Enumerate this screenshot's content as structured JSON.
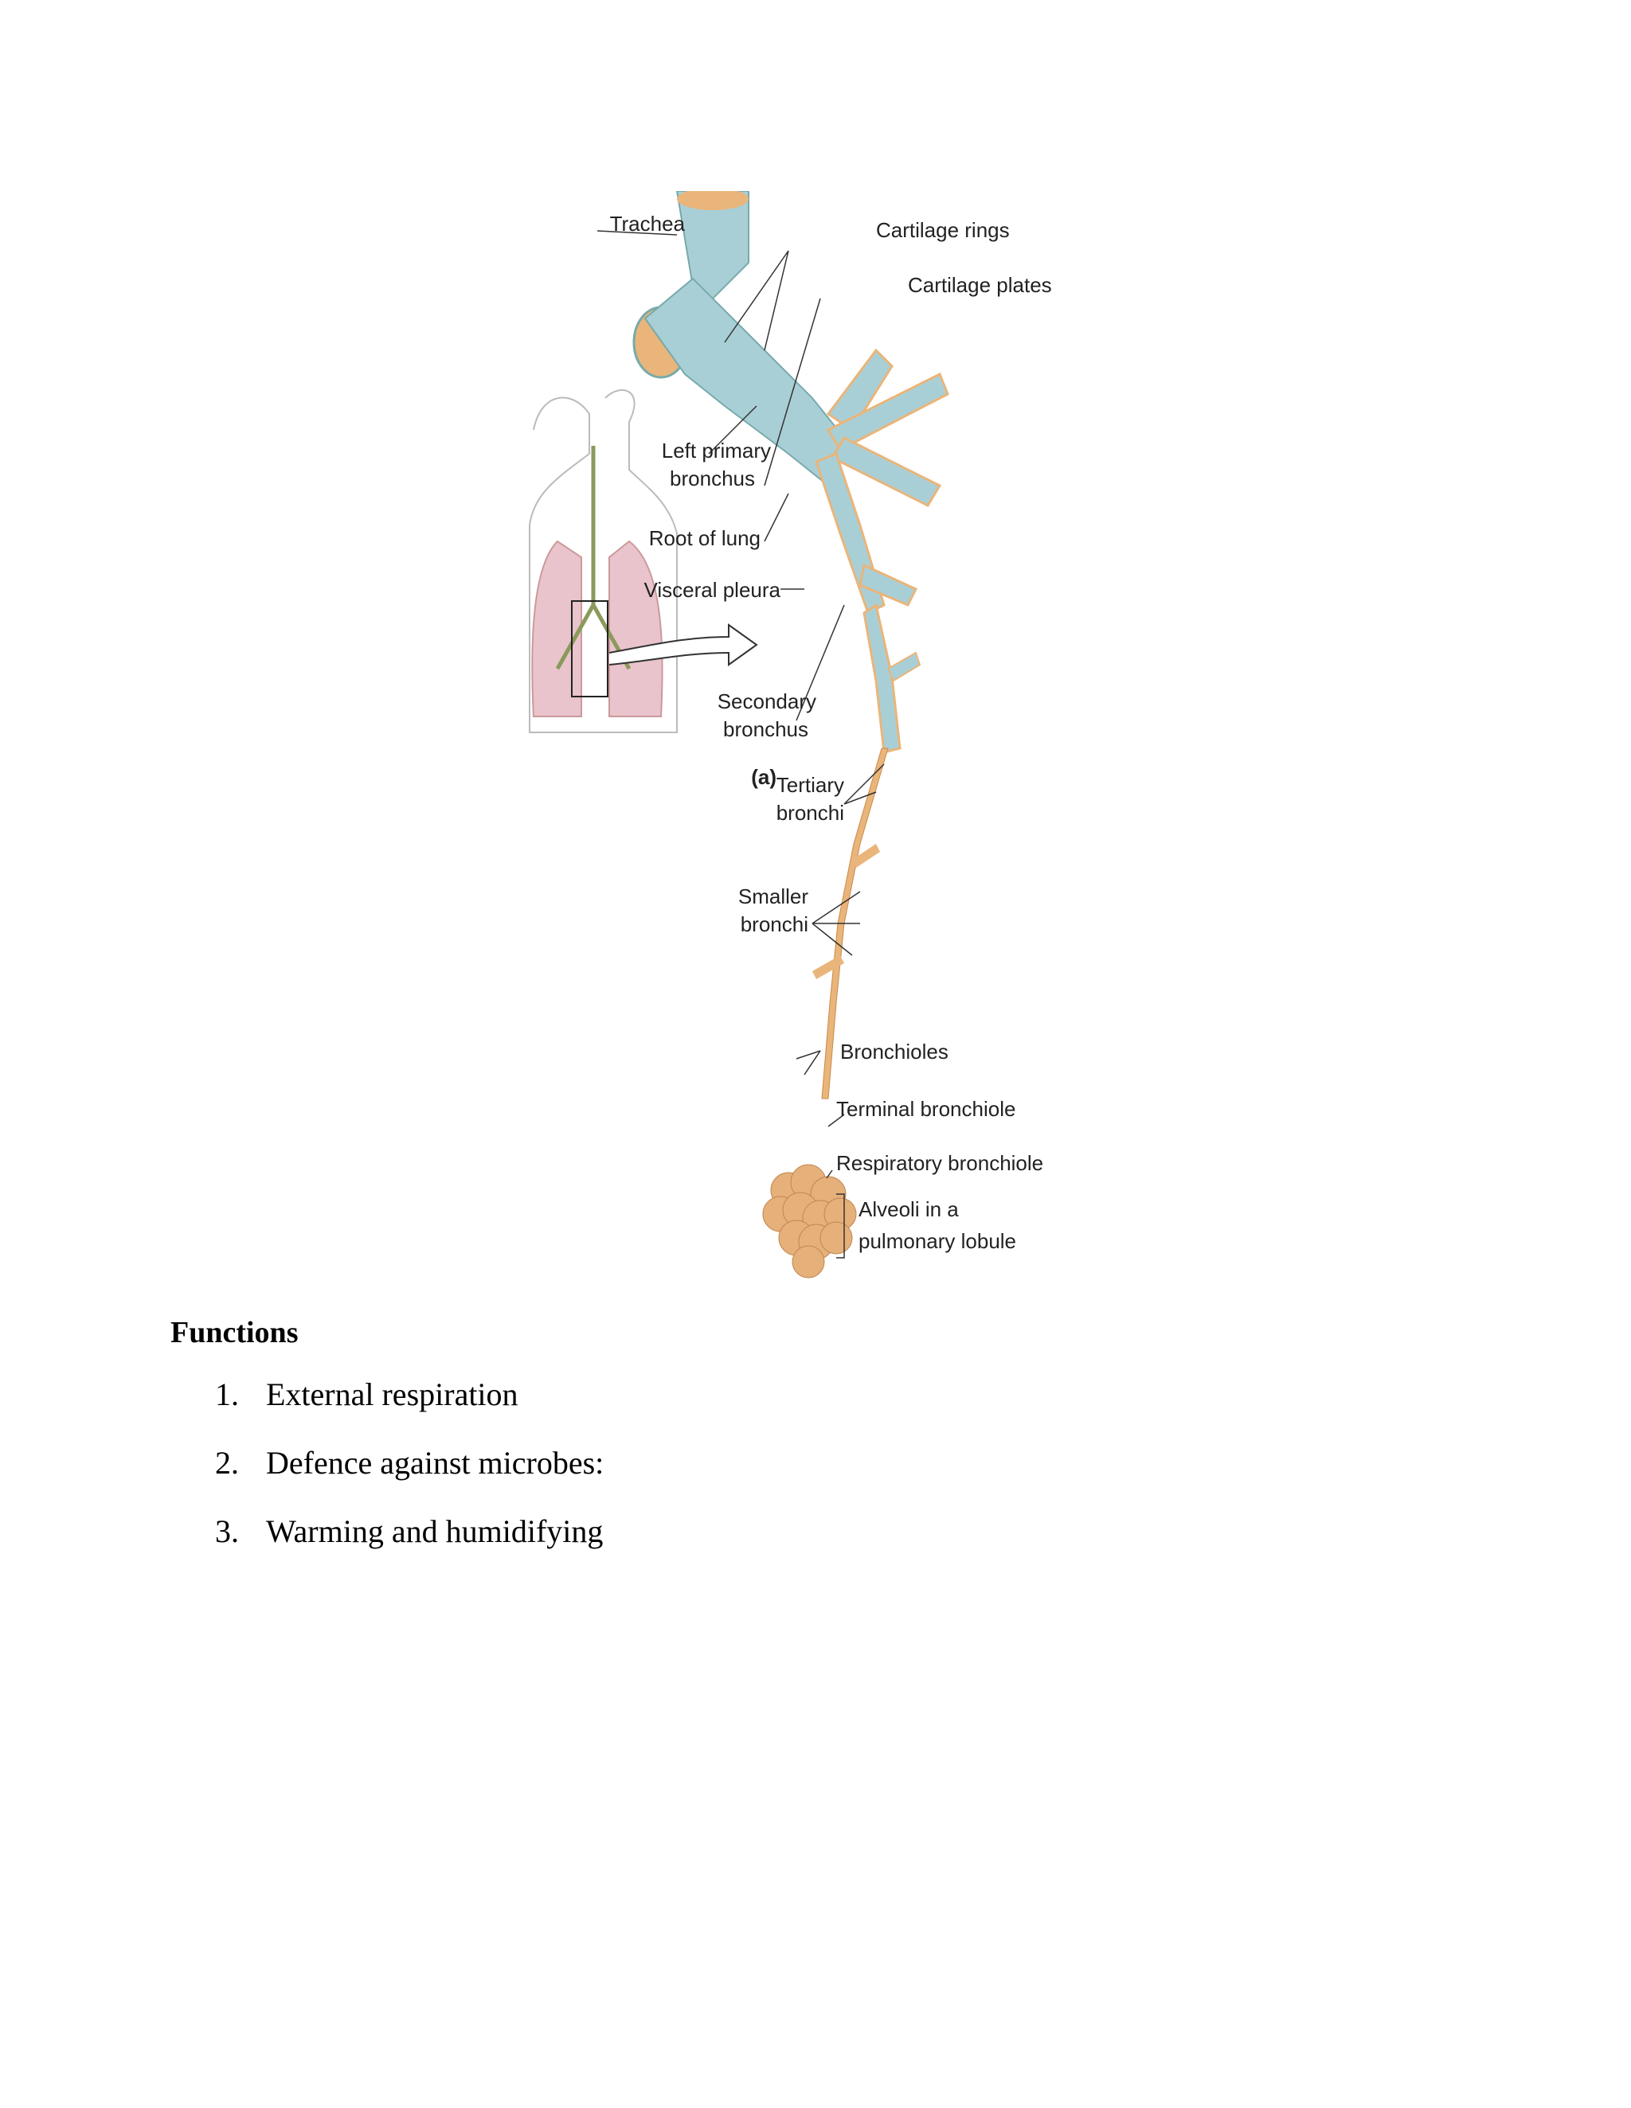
{
  "figure": {
    "panel_label": "(a)",
    "labels": {
      "trachea": "Trachea",
      "cartilage_rings": "Cartilage rings",
      "cartilage_plates": "Cartilage plates",
      "left_primary_1": "Left primary",
      "left_primary_2": "bronchus",
      "root_of_lung": "Root of lung",
      "visceral_pleura": "Visceral pleura",
      "secondary_1": "Secondary",
      "secondary_2": "bronchus",
      "tertiary_1": "Tertiary",
      "tertiary_2": "bronchi",
      "smaller_1": "Smaller",
      "smaller_2": "bronchi",
      "bronchioles": "Bronchioles",
      "terminal_bronchiole": "Terminal  bronchiole",
      "respiratory_bronchiole": "Respiratory bronchiole",
      "alveoli_1": "Alveoli in a",
      "alveoli_2": "pulmonary lobule"
    },
    "colors": {
      "cartilage": "#a9cfd6",
      "tissue": "#e9b57a",
      "lung": "#e9c4cc"
    }
  },
  "section": {
    "heading": "Functions",
    "items": [
      {
        "num": "1.",
        "text": "External respiration"
      },
      {
        "num": "2.",
        "text": "Defence against microbes:"
      },
      {
        "num": "3.",
        "text": "Warming and humidifying"
      }
    ]
  }
}
